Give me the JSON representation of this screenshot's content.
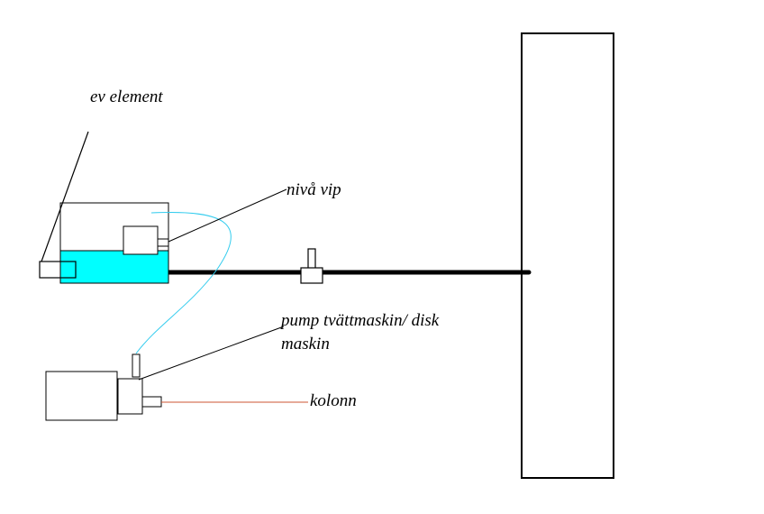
{
  "labels": {
    "element": "ev element",
    "level_switch": "nivå vip",
    "pump_line1": "pump tvättmaskin/ disk",
    "pump_line2": "maskin",
    "column": "kolonn"
  },
  "colors": {
    "water": "#00ffff",
    "hose": "#33ccee",
    "column_lead": "#cc5533",
    "outline": "#000000"
  }
}
